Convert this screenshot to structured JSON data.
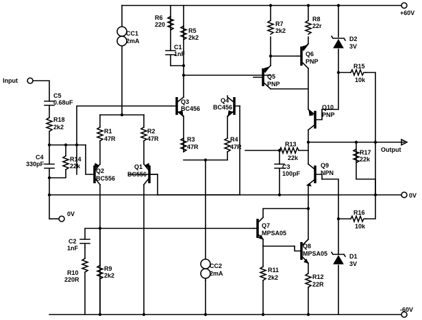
{
  "terminals": {
    "input": "Input",
    "output": "Output",
    "pos_rail": "+60V",
    "neg_rail": "-60V",
    "gnd_right": "0V",
    "gnd_left": "0V"
  },
  "resistors": [
    {
      "ref": "R1",
      "value": "47R"
    },
    {
      "ref": "R2",
      "value": "47R"
    },
    {
      "ref": "R3",
      "value": "47R"
    },
    {
      "ref": "R4",
      "value": "47R"
    },
    {
      "ref": "R5",
      "value": "2k2"
    },
    {
      "ref": "R6",
      "value": "220"
    },
    {
      "ref": "R7",
      "value": "2k2"
    },
    {
      "ref": "R8",
      "value": "22r"
    },
    {
      "ref": "R9",
      "value": "2k2"
    },
    {
      "ref": "R10",
      "value": "220R"
    },
    {
      "ref": "R11",
      "value": "2k2"
    },
    {
      "ref": "R12",
      "value": "22R"
    },
    {
      "ref": "R13",
      "value": "22k"
    },
    {
      "ref": "R14",
      "value": "22k"
    },
    {
      "ref": "R15",
      "value": "10k"
    },
    {
      "ref": "R16",
      "value": "10k"
    },
    {
      "ref": "R17",
      "value": "22k"
    },
    {
      "ref": "R18",
      "value": "2k2"
    }
  ],
  "capacitors": [
    {
      "ref": "C1",
      "value": "1nF"
    },
    {
      "ref": "C2",
      "value": "1nF"
    },
    {
      "ref": "C3",
      "value": "100pF"
    },
    {
      "ref": "C4",
      "value": "330pF"
    },
    {
      "ref": "C5",
      "value": "0.68uF"
    }
  ],
  "transistors": [
    {
      "ref": "Q1",
      "type": "BC556"
    },
    {
      "ref": "Q2",
      "type": "BC556"
    },
    {
      "ref": "Q3",
      "type": "BC456"
    },
    {
      "ref": "Q4",
      "type": "BC456"
    },
    {
      "ref": "Q5",
      "type": "PNP"
    },
    {
      "ref": "Q6",
      "type": "PNP"
    },
    {
      "ref": "Q7",
      "type": "MPSA05"
    },
    {
      "ref": "Q8",
      "type": "MPSA05"
    },
    {
      "ref": "Q9",
      "type": "NPN"
    },
    {
      "ref": "Q10",
      "type": "PNP"
    }
  ],
  "diodes": [
    {
      "ref": "D1",
      "value": "3V"
    },
    {
      "ref": "D2",
      "value": "3V"
    }
  ],
  "current_sources": [
    {
      "ref": "CC1",
      "value": "2mA"
    },
    {
      "ref": "CC2",
      "value": "2mA"
    }
  ]
}
